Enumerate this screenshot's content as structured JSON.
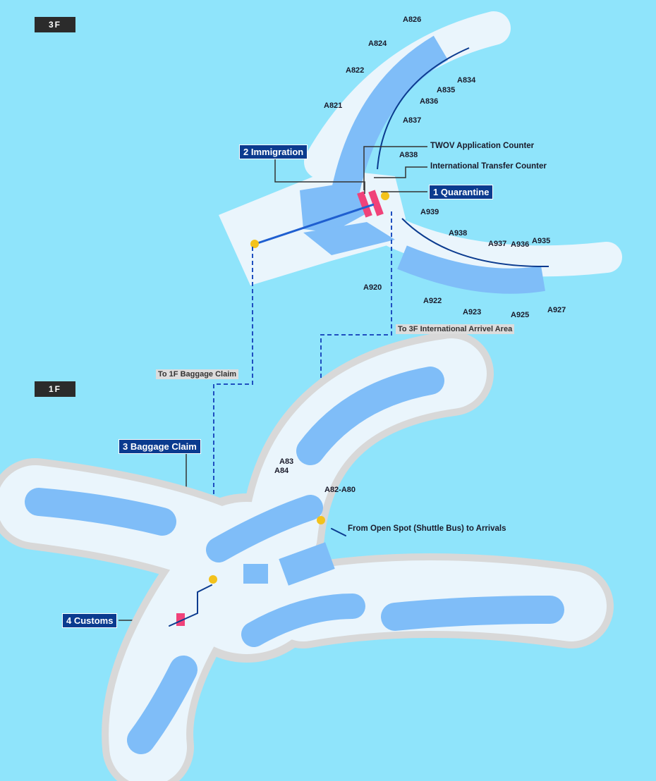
{
  "floors": {
    "upper": "3F",
    "lower": "1F"
  },
  "gates_3f": [
    "A826",
    "A824",
    "A822",
    "A821",
    "A834",
    "A835",
    "A836",
    "A837",
    "A838",
    "A939",
    "A938",
    "A937",
    "A936",
    "A935",
    "A920",
    "A922",
    "A923",
    "A925",
    "A927"
  ],
  "gates_1f": [
    "A83",
    "A84",
    "A82-A80"
  ],
  "callouts": {
    "quarantine": "1 Quarantine",
    "immigration": "2 Immigration",
    "baggage_claim": "3 Baggage Claim",
    "customs": "4 Customs"
  },
  "notes": {
    "twov": "TWOV Application Counter",
    "transfer": "International Transfer Counter",
    "shuttle": "From Open Spot (Shuttle Bus) to Arrivals"
  },
  "tags": {
    "to_baggage": "To 1F Baggage Claim",
    "to_arrival": "To 3F International Arrivel Area"
  },
  "colors": {
    "water": "#8fe4fb",
    "floor": "#eaf5fc",
    "block": "#7fbdf8",
    "edge": "#2e8ff0",
    "navy": "#0b3b8f",
    "quarantine": "#f0427a",
    "ring": "#d8d8d8"
  }
}
